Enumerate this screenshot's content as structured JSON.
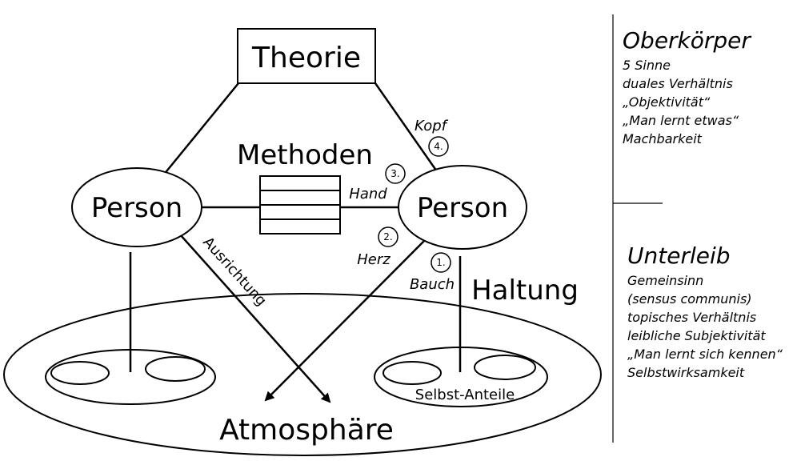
{
  "nodes": {
    "theorie": "Theorie",
    "methoden": "Methoden",
    "person_left": "Person",
    "person_right": "Person",
    "haltung": "Haltung",
    "atmosphaere": "Atmosphäre",
    "selbst_anteile": "Selbst-Anteile"
  },
  "edge_labels": {
    "kopf": "Kopf",
    "hand": "Hand",
    "herz": "Herz",
    "bauch": "Bauch",
    "ausrichtung": "Ausrichtung"
  },
  "markers": {
    "m1": "1.",
    "m2": "2.",
    "m3": "3.",
    "m4": "4."
  },
  "sidebar": {
    "oberkoerper": {
      "heading": "Oberkörper",
      "lines": [
        "5 Sinne",
        "duales Verhältnis",
        "„Objektivität“",
        "„Man lernt etwas“",
        "Machbarkeit"
      ]
    },
    "unterleib": {
      "heading": "Unterleib",
      "lines": [
        "Gemeinsinn",
        "(sensus communis)",
        "topisches Verhältnis",
        "leibliche Subjektivität",
        "„Man lernt sich kennen“",
        "Selbstwirksamkeit"
      ]
    }
  }
}
